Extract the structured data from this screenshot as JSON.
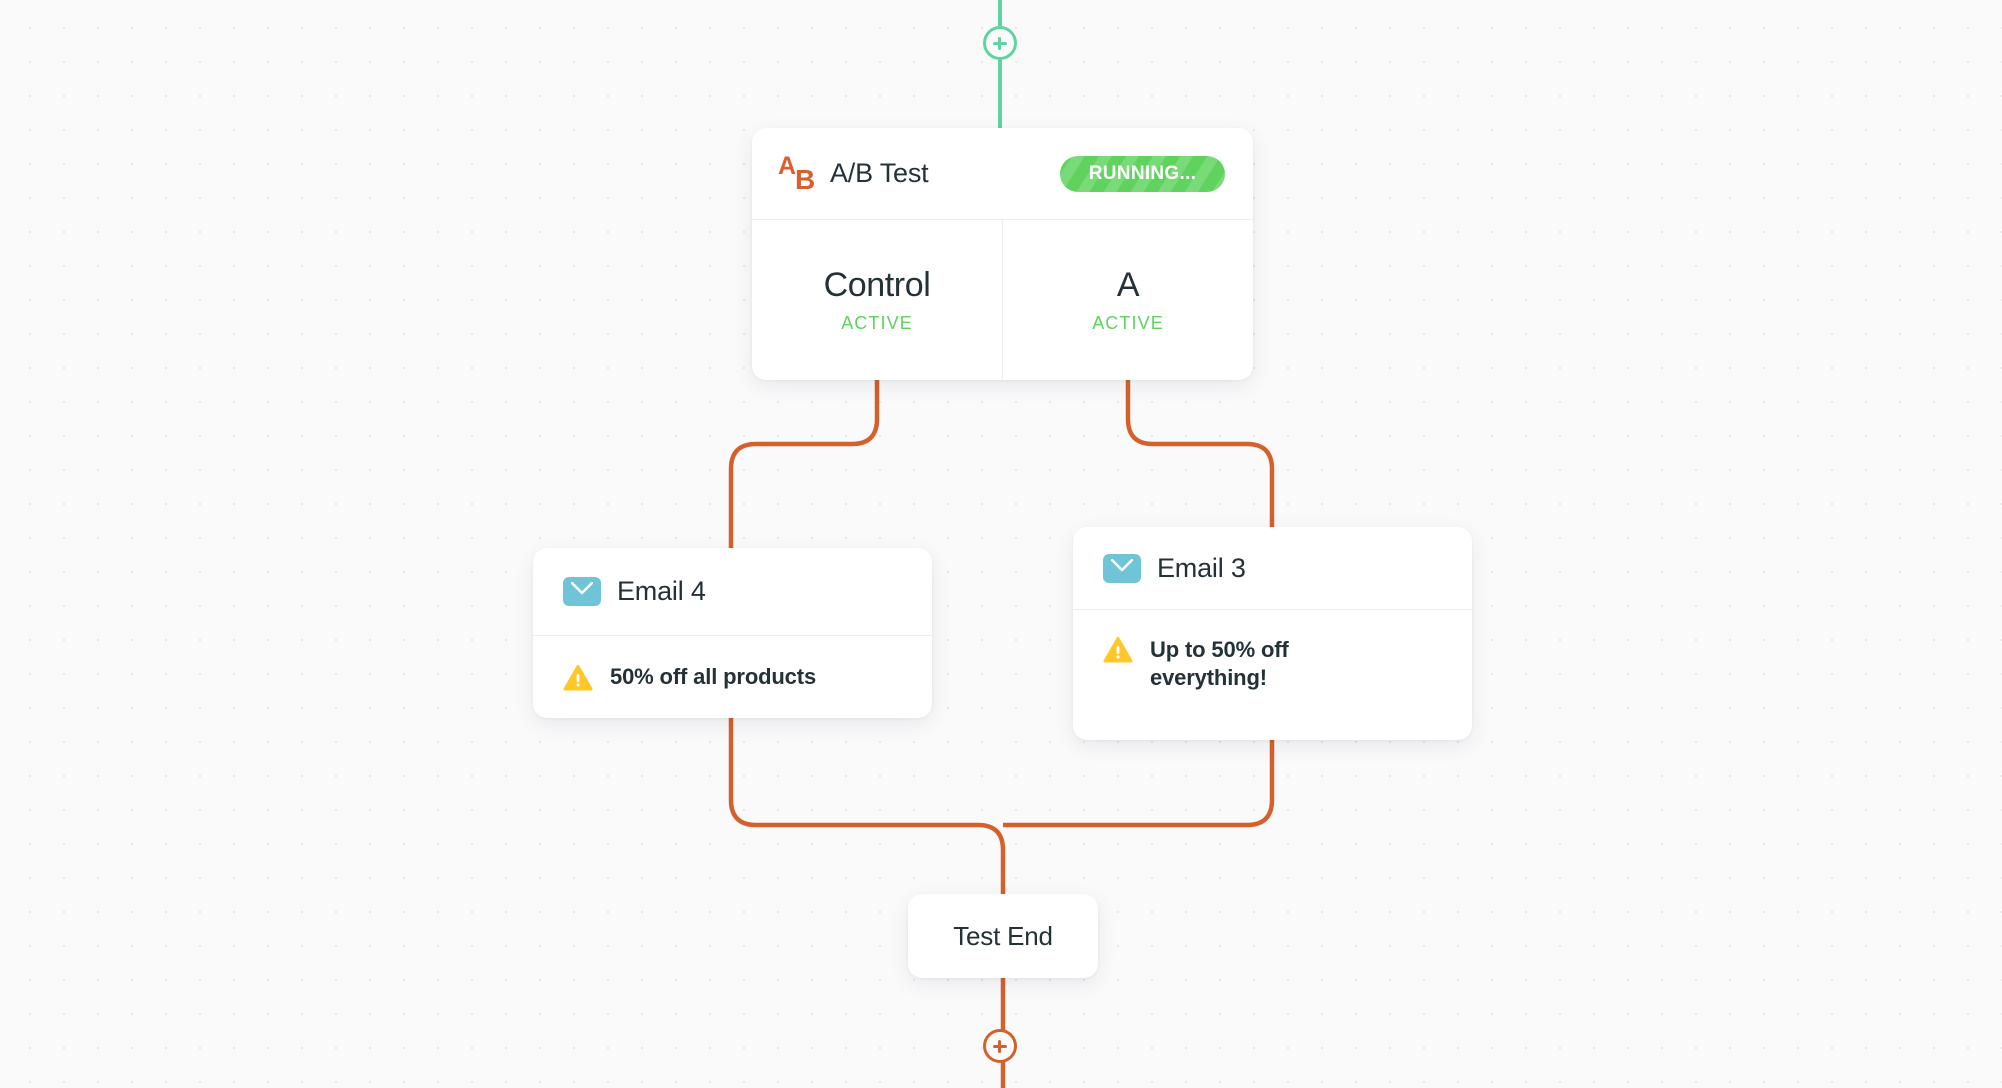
{
  "canvas": {
    "background_color": "#FAFAFB",
    "dot_color": "#E6E7EB"
  },
  "colors": {
    "connector_orange": "#D4612C",
    "connector_teal": "#5FD3A1",
    "badge_green": "#5FD35E",
    "status_green": "#5FD35E",
    "ab_icon_orange": "#D9602C",
    "envelope_teal": "#70C4D7",
    "warning_yellow": "#FFC727",
    "text_dark": "#243238"
  },
  "nodes": {
    "ab_test": {
      "icon": "ab-test-icon",
      "icon_letter_a": "A",
      "icon_letter_b": "B",
      "title": "A/B Test",
      "badge_label": "RUNNING...",
      "variants": [
        {
          "name": "Control",
          "status": "ACTIVE"
        },
        {
          "name": "A",
          "status": "ACTIVE"
        }
      ]
    },
    "email_4": {
      "icon": "envelope-icon",
      "title": "Email 4",
      "warning_icon": "warning-triangle-icon",
      "subject": "50% off all products"
    },
    "email_3": {
      "icon": "envelope-icon",
      "title": "Email 3",
      "warning_icon": "warning-triangle-icon",
      "subject": "Up to 50% off everything!"
    },
    "test_end": {
      "label": "Test End"
    }
  },
  "controls": {
    "add_node_top": "+",
    "add_node_bottom": "+"
  }
}
